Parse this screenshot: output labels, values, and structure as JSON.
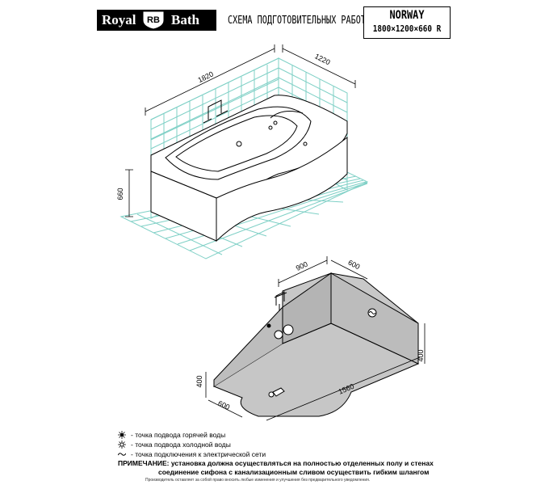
{
  "header": {
    "brand_left": "Royal",
    "brand_logo": "RB",
    "brand_right": "Bath",
    "doc_title": "СХЕМА ПОДГОТОВИТЕЛЬНЫХ РАБОТ",
    "model_name": "NORWAY",
    "model_size": "1800×1200×660 R"
  },
  "top_drawing": {
    "dim_length": "1820",
    "dim_width": "1220",
    "dim_height": "660"
  },
  "bottom_drawing": {
    "dim_900": "900",
    "dim_600_top": "600",
    "dim_400_right": "400",
    "dim_400_left": "400",
    "dim_600_left": "600",
    "dim_1560": "1560"
  },
  "legend": [
    {
      "icon": "hot-water-icon",
      "text": "- точка подвода горячей воды"
    },
    {
      "icon": "cold-water-icon",
      "text": "- точка подвода холодной воды"
    },
    {
      "icon": "electric-icon",
      "text": "- точка подключения к электрической сети"
    }
  ],
  "note": {
    "label": "ПРИМЕЧАНИЕ:",
    "line1": "установка должна осуществляться на полностью отделенных полу и стенах",
    "line2": "соединение сифона с канализационным сливом осуществить гибким шлангом"
  },
  "footer": "Производитель оставляет за собой право вносить любые изменения и улучшения без предварительного уведомления."
}
